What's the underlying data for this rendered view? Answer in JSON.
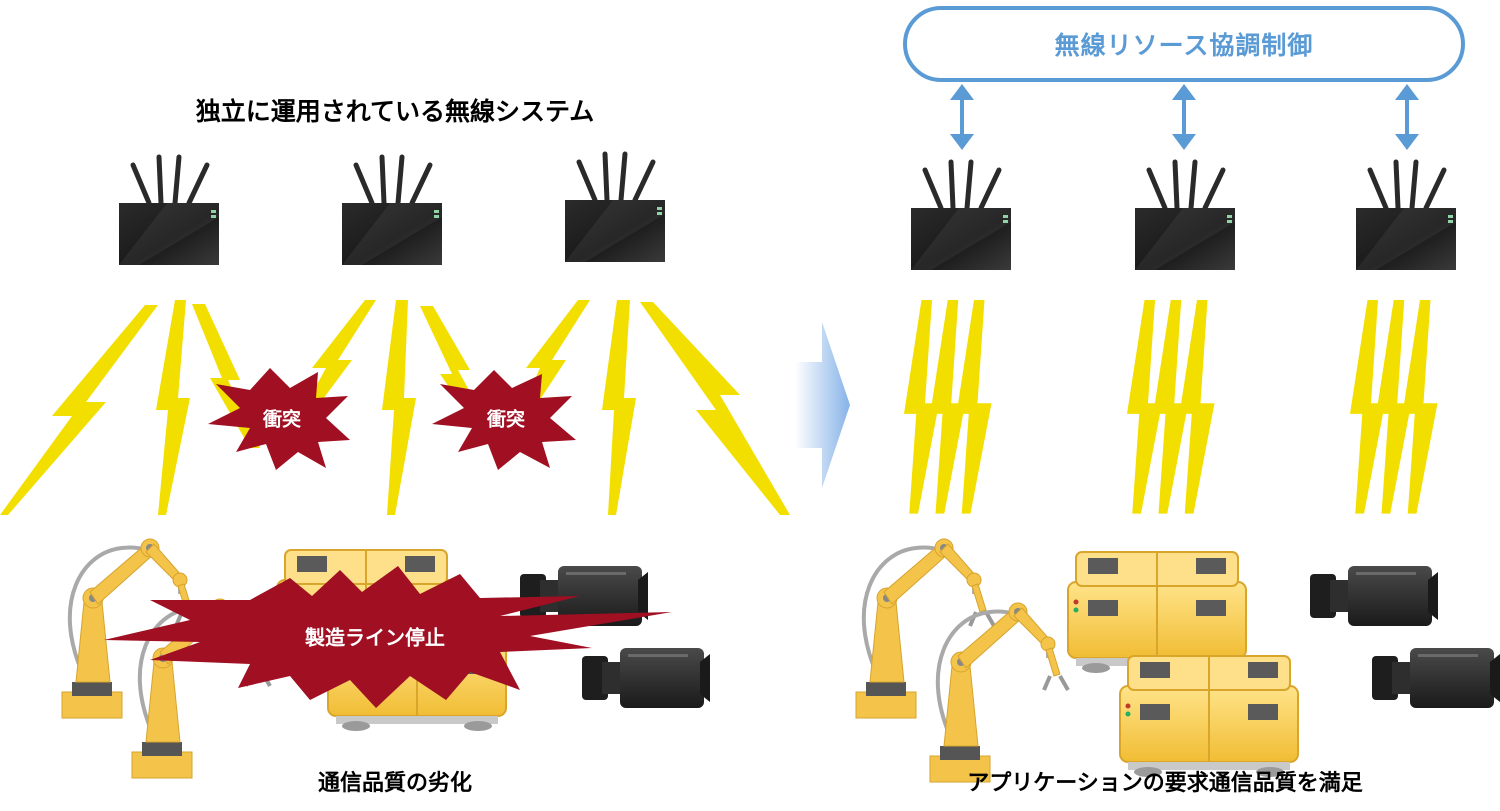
{
  "left": {
    "title": "独立に運用されている無線システム",
    "collision_label": "衝突",
    "stop_label": "製造ライン停止",
    "caption": "通信品質の劣化"
  },
  "right": {
    "coordination_label": "無線リソース協調制御",
    "caption": "アプリケーションの要求通信品質を満足"
  },
  "colors": {
    "lightning": "#f2df00",
    "burst": "#a00f22",
    "coordination": "#5b9bd5",
    "robot": "#f4c44a",
    "router": "#1d1d1d"
  }
}
